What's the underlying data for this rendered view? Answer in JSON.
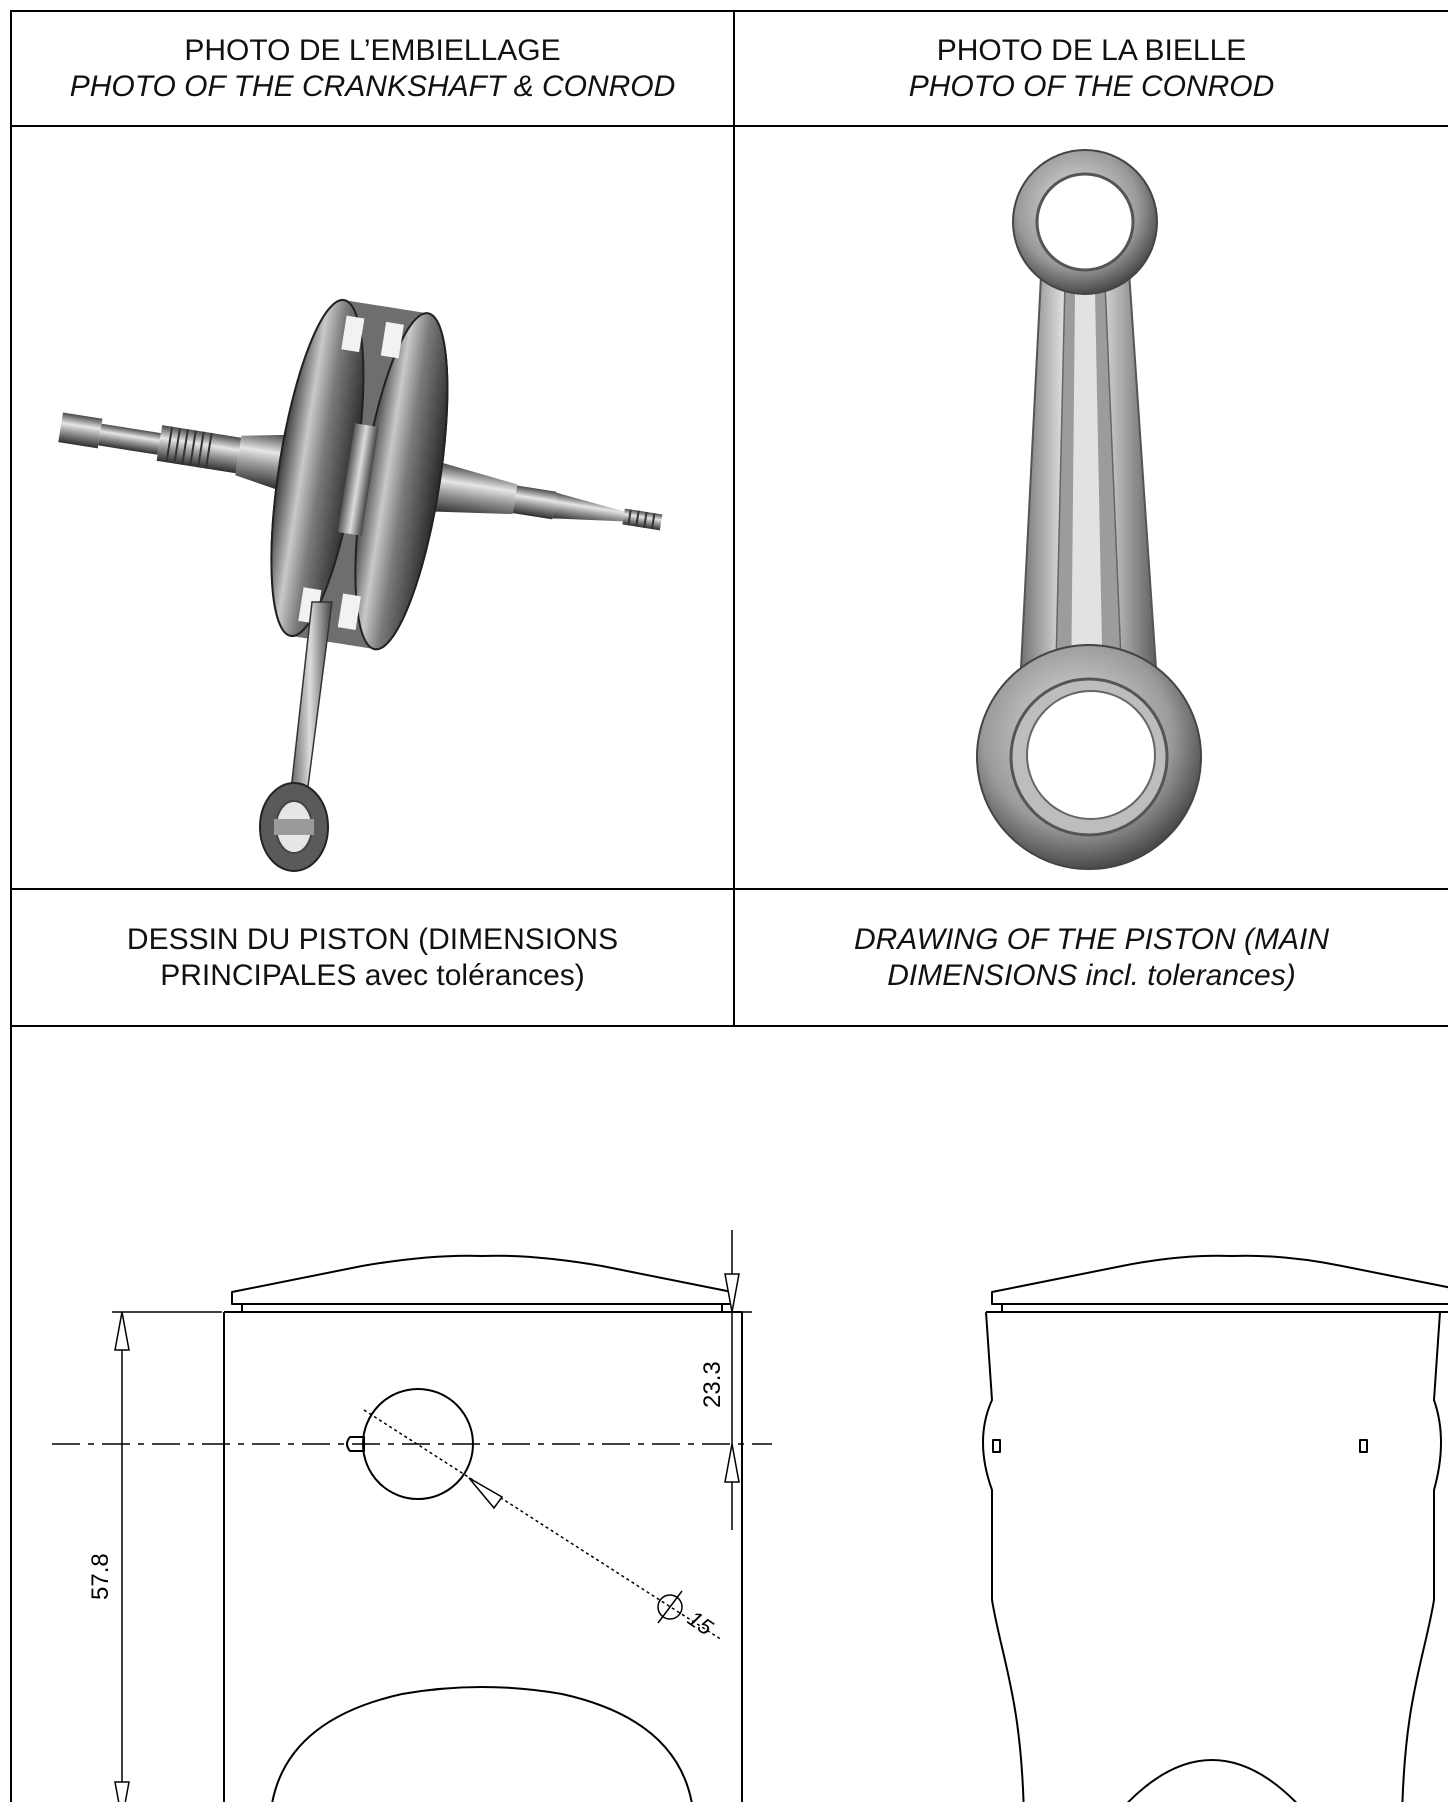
{
  "headers": {
    "crankshaft_fr": "PHOTO DE L’EMBIELLAGE",
    "crankshaft_en": "PHOTO OF THE CRANKSHAFT & CONROD",
    "conrod_fr": "PHOTO DE LA BIELLE",
    "conrod_en": "PHOTO OF THE CONROD",
    "drawing_fr_line1": "DESSIN DU PISTON (DIMENSIONS",
    "drawing_fr_line2": "PRINCIPALES avec tolérances)",
    "drawing_en_line1": "DRAWING OF THE PISTON (MAIN",
    "drawing_en_line2": "DIMENSIONS incl. tolerances)"
  },
  "dimensions": {
    "height": "57.8",
    "pin_offset": "23.3",
    "pin_diameter": "15"
  },
  "colors": {
    "line": "#000000",
    "metal_dark": "#3a3a3a",
    "metal_mid": "#8c8c8c",
    "metal_light": "#d9d9d9"
  }
}
